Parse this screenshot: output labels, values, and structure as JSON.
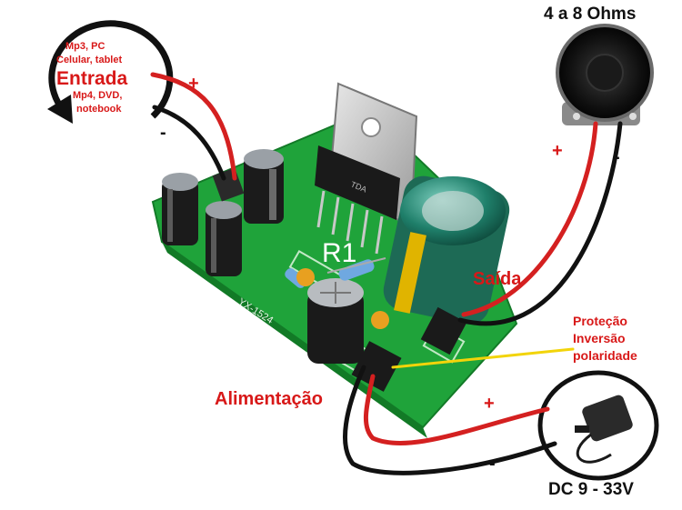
{
  "input": {
    "sources_top": "Mp3, PC",
    "sources_mid": "Celular, tablet",
    "title": "Entrada",
    "sources_bottom_1": "Mp4, DVD,",
    "sources_bottom_2": "notebook",
    "plus": "+",
    "minus": "-"
  },
  "speaker": {
    "label": "4 a 8 Ohms",
    "plus": "+",
    "minus": "-"
  },
  "board": {
    "resistor_label": "R1",
    "model_label": "YX-1524"
  },
  "output_label": "Saída",
  "protection": {
    "line1": "Proteção",
    "line2": "Inversão",
    "line3": "polaridade"
  },
  "power": {
    "label": "Alimentação",
    "plus": "+",
    "minus": "-"
  },
  "adapter": {
    "label": "DC 9 - 33V"
  },
  "colors": {
    "label_red": "#d81818",
    "wire_red": "#d42020",
    "wire_black": "#111111",
    "pcb_green": "#1fa33a",
    "highlight_yellow": "#f2d40a"
  }
}
